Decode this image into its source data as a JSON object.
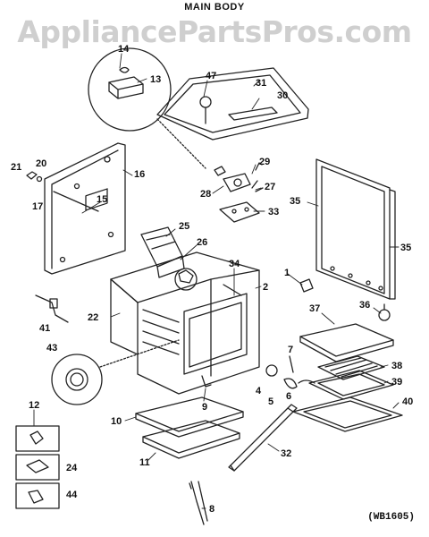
{
  "header": {
    "title": "MAIN BODY"
  },
  "watermark": {
    "text": "AppliancePartsPros.com"
  },
  "diagram": {
    "ref_code": "(WB1605)"
  },
  "callouts": [
    "14",
    "13",
    "47",
    "31",
    "30",
    "21",
    "20",
    "16",
    "17",
    "15",
    "29",
    "27",
    "28",
    "33",
    "35",
    "35",
    "25",
    "26",
    "34",
    "2",
    "1",
    "36",
    "37",
    "22",
    "41",
    "43",
    "7",
    "38",
    "4",
    "5",
    "6",
    "39",
    "40",
    "12",
    "9",
    "10",
    "32",
    "11",
    "24",
    "44",
    "8"
  ]
}
